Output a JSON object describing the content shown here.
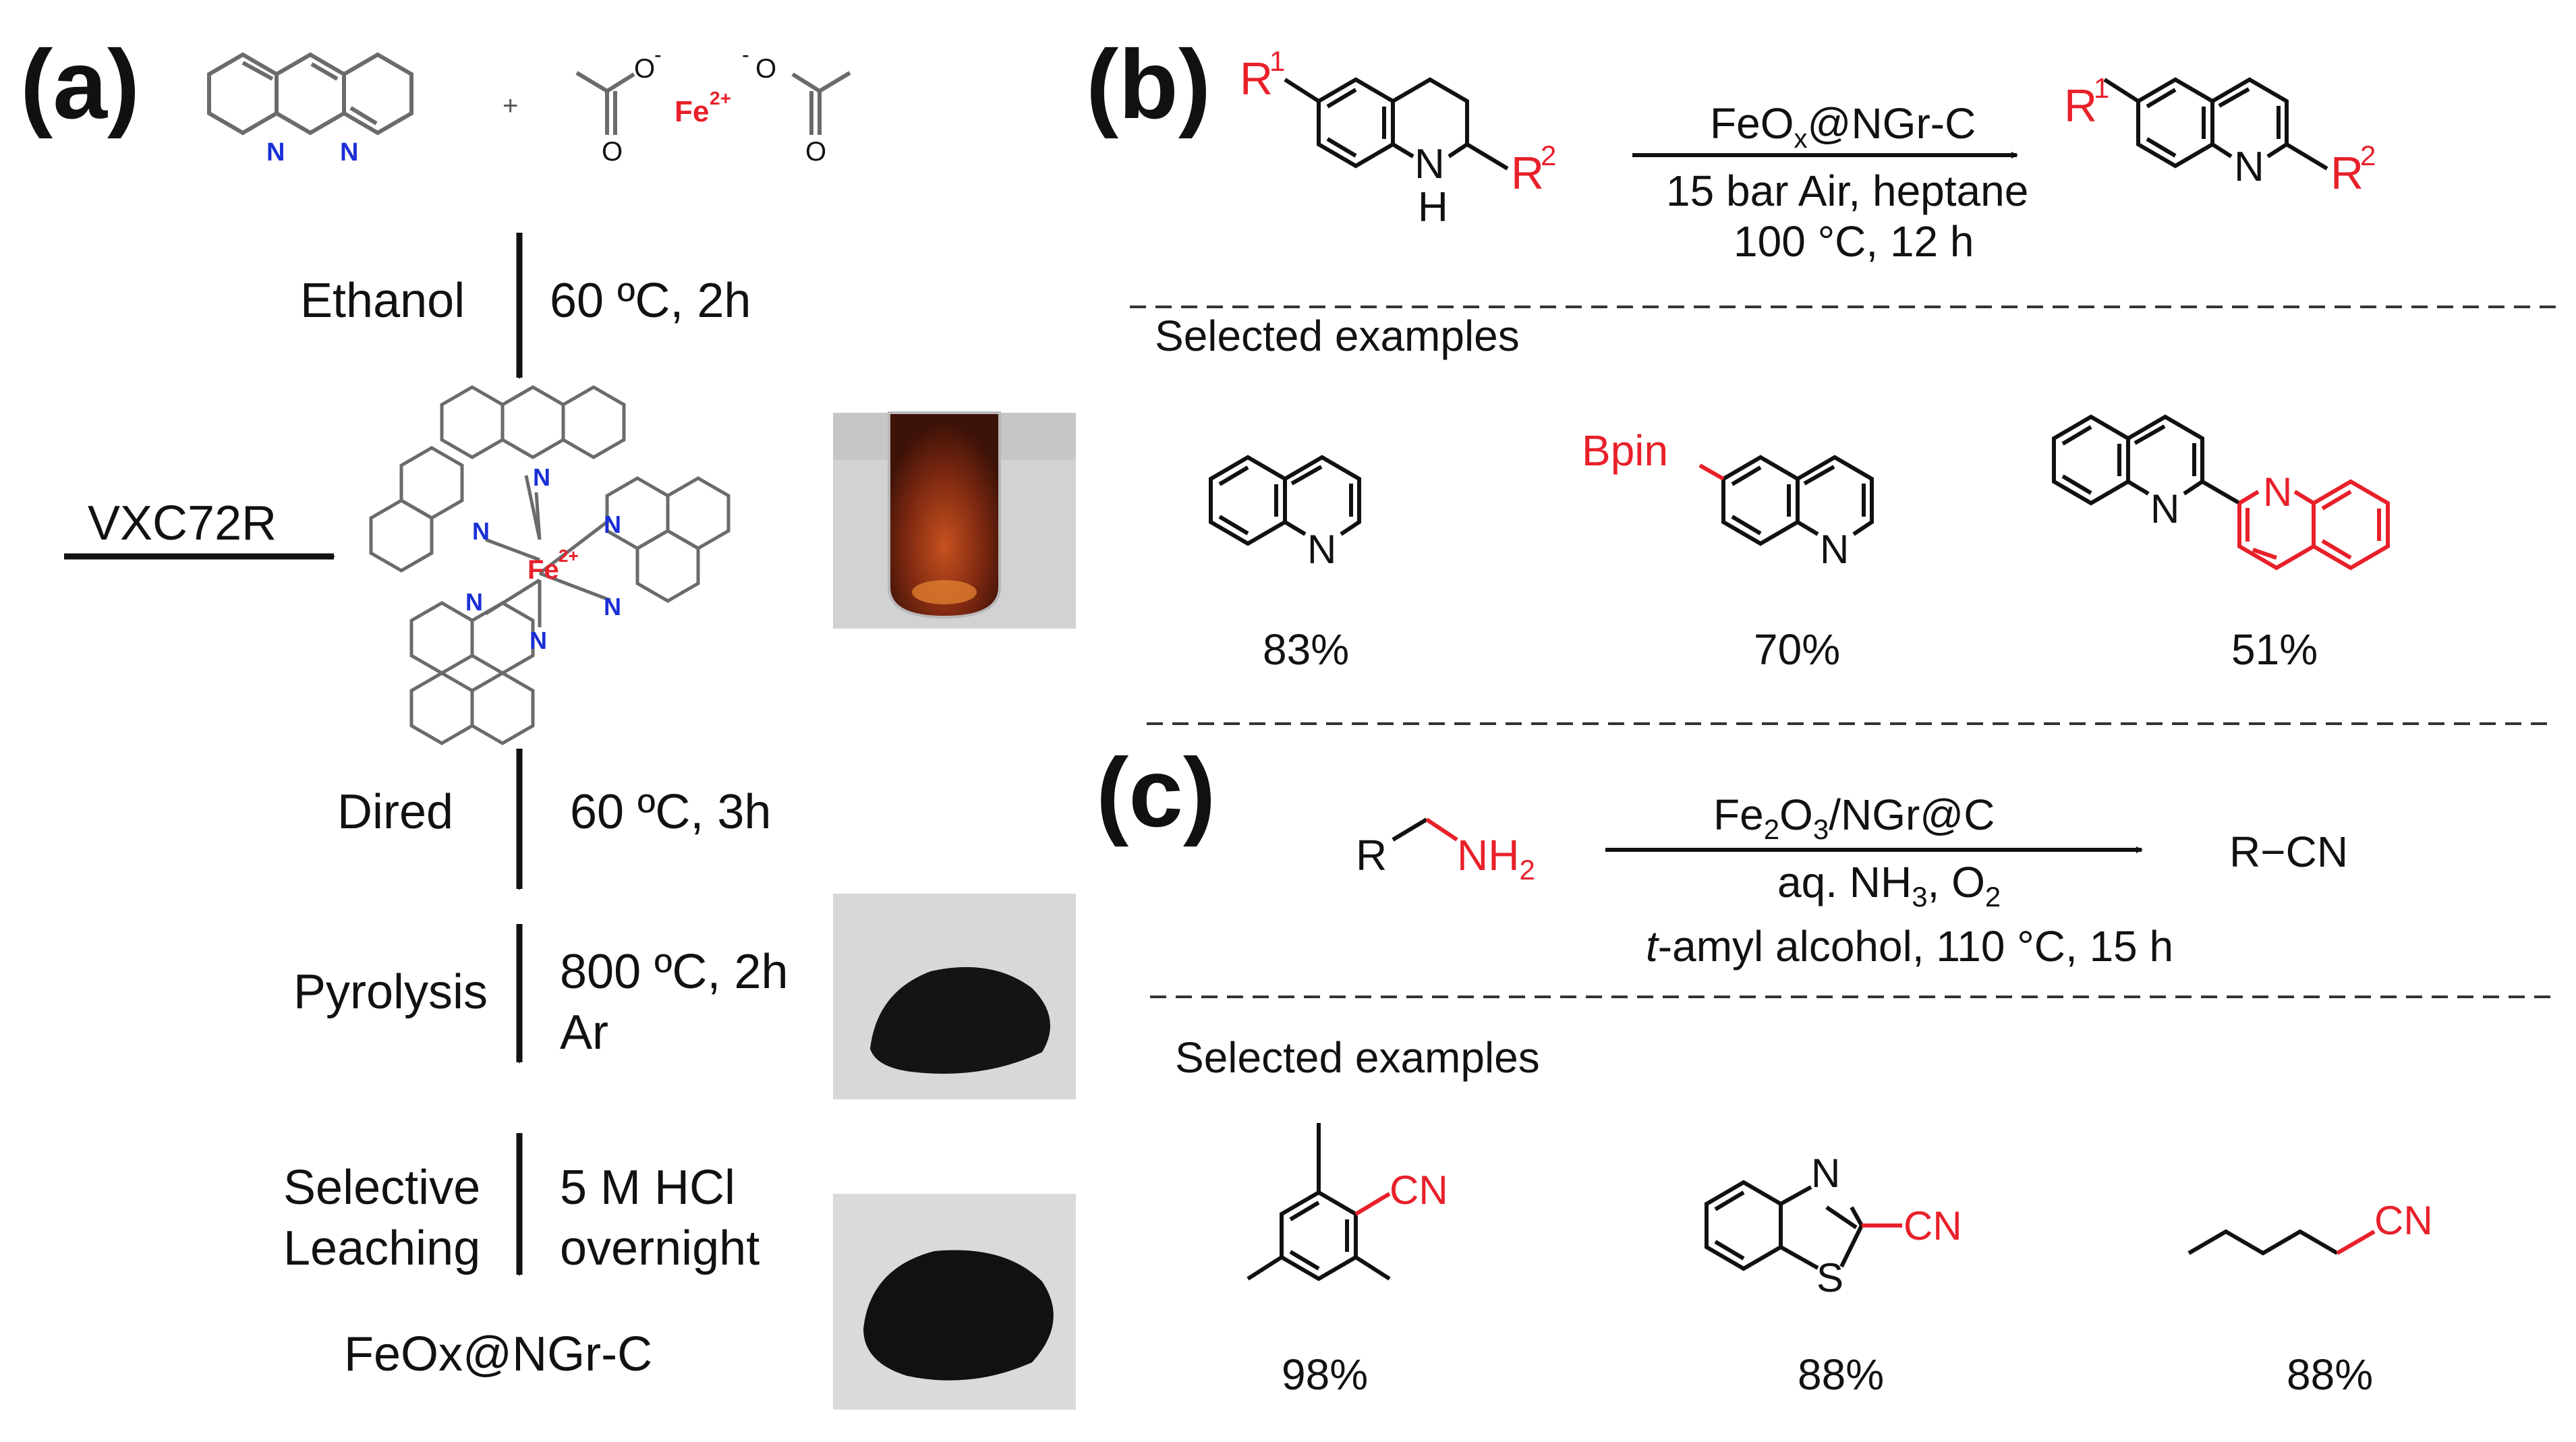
{
  "panels": {
    "a": {
      "label": "(a)",
      "acetate_left_charge": "-",
      "acetate_right_charge": "-",
      "reagent_o_top": "O",
      "reagent_o_bottom": "O",
      "plus": "+",
      "fe_ion": "Fe",
      "fe_charge": "2+",
      "step1_left": "Ethanol",
      "step1_right": "60 ºC, 2h",
      "support": "VXC72R",
      "complex_n": "N",
      "complex_fe": "Fe",
      "complex_fe_charge": "2+",
      "step2_left": "Dired",
      "step2_right": "60 ºC, 3h",
      "step3_left": "Pyrolysis",
      "step3_right_1": "800 ºC, 2h",
      "step3_right_2": "Ar",
      "step4_left_1": "Selective",
      "step4_left_2": "Leaching",
      "step4_right_1": "5 M HCl",
      "step4_right_2": "overnight",
      "product": "FeOx@NGr-C"
    },
    "b": {
      "label": "(b)",
      "r1": "R",
      "r1_sup": "1",
      "r2": "R",
      "r2_sup": "2",
      "nh_n": "N",
      "nh_h": "H",
      "n": "N",
      "catalyst_pre": "FeO",
      "catalyst_sub": "x",
      "catalyst_post": "@NGr-C",
      "conditions_1": "15 bar Air, heptane",
      "conditions_2": "100 °C, 12 h",
      "examples_heading": "Selected examples",
      "bpin": "Bpin",
      "yields": [
        "83%",
        "70%",
        "51%"
      ]
    },
    "c": {
      "label": "(c)",
      "r": "R",
      "nh2_pre": "NH",
      "nh2_sub": "2",
      "catalyst_1": "Fe",
      "catalyst_sub_1": "2",
      "catalyst_2": "O",
      "catalyst_sub_2": "3",
      "catalyst_3": "/NGr@C",
      "cond2_1": "aq. NH",
      "cond2_sub_1": "3",
      "cond2_2": ", O",
      "cond2_sub_2": "2",
      "cond3_italic": "t",
      "cond3_rest": "-amyl alcohol, 110 °C, 15 h",
      "product": "R−CN",
      "examples_heading": "Selected examples",
      "cn": "CN",
      "ring_n": "N",
      "ring_s": "S",
      "yields": [
        "98%",
        "88%",
        "88%"
      ]
    }
  },
  "colors": {
    "highlight": "#e8202a",
    "nitrogen": "#1a2fd6",
    "ink": "#111111",
    "bond_gray": "#6b6b6b",
    "solution": "#7a2710",
    "powder": "#121212"
  }
}
